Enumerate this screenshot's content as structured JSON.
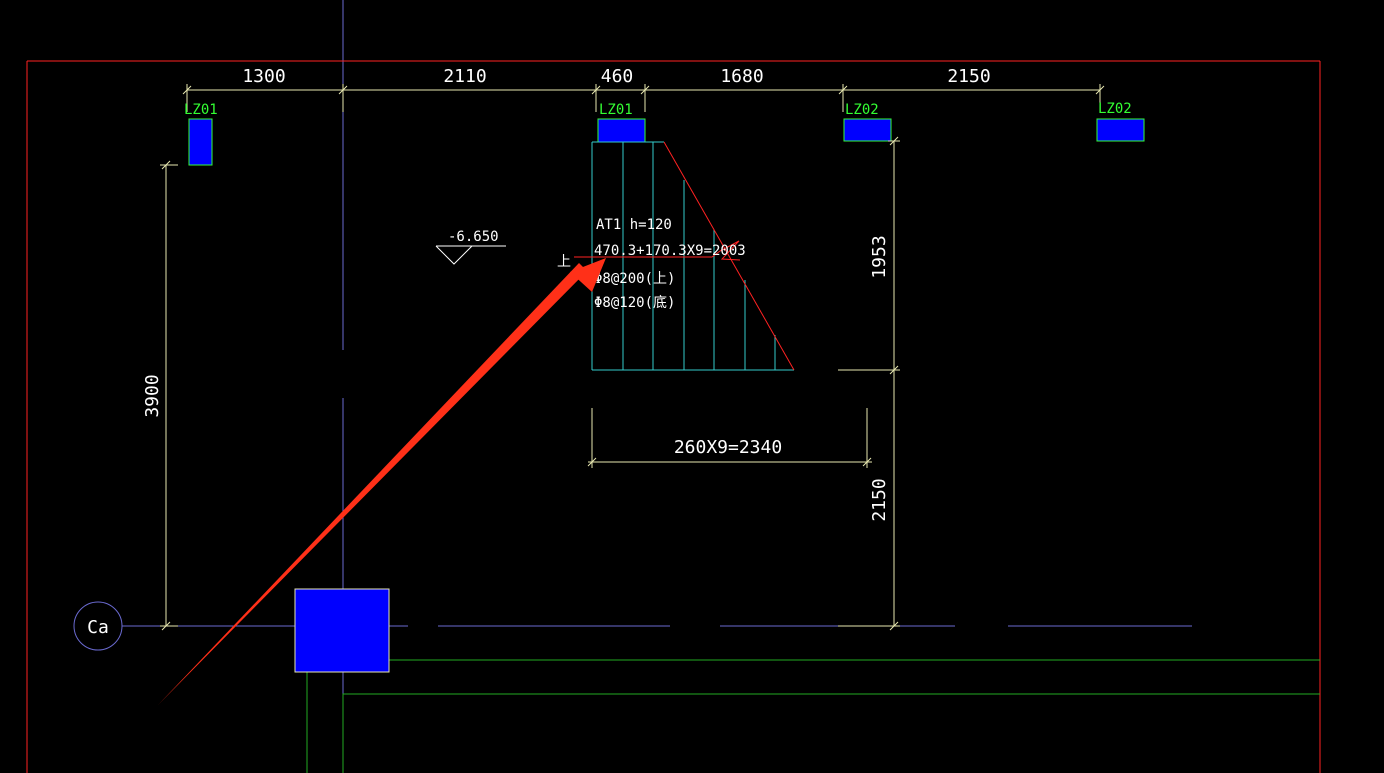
{
  "drawing": {
    "colors": {
      "background": "#000000",
      "border": "#ff2222",
      "dimension": "#e8e8b0",
      "axis_line": "#6a6ad0",
      "column_fill": "#0000ff",
      "column_edge": "#33ff33",
      "stair_line": "#33cccc",
      "wall": "#22aa22",
      "annotation_arrow": "#ff3018",
      "text": "#ffffff",
      "label": "#33ff33"
    },
    "top_dimensions": [
      "1300",
      "2110",
      "460",
      "1680",
      "2150"
    ],
    "vertical_dimensions": {
      "left": "3900",
      "right_upper": "1953",
      "right_lower": "2150"
    },
    "columns": {
      "c1": "LZ01",
      "c2": "LZ01",
      "c3": "LZ02",
      "c4": "LZ02"
    },
    "elevation": "-6.650",
    "stair_note": {
      "line1": "AT1  h=120",
      "line2": "470.3+170.3X9=2003",
      "line3": "Φ8@200(上)",
      "line4": "Φ8@120(底)",
      "up_mark": "上"
    },
    "tread_dimension": "260X9=2340",
    "axis_label": "Ca"
  }
}
